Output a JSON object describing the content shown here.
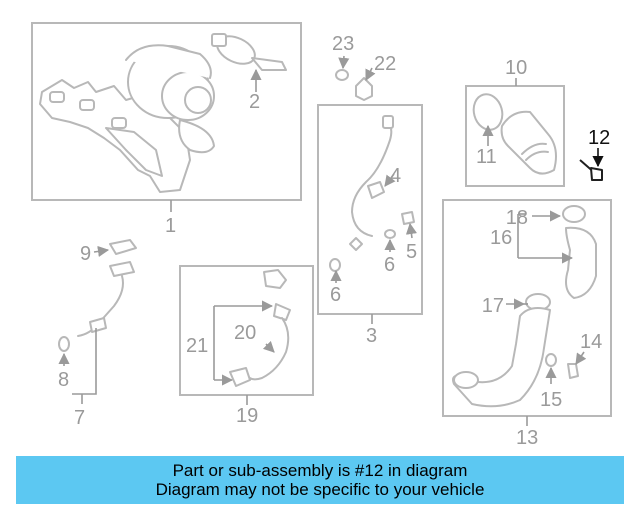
{
  "callouts": {
    "c1": "1",
    "c2": "2",
    "c3": "3",
    "c4": "4",
    "c5": "5",
    "c6a": "6",
    "c6b": "6",
    "c7": "7",
    "c8": "8",
    "c9": "9",
    "c10": "10",
    "c11": "11",
    "c12": "12",
    "c13": "13",
    "c14": "14",
    "c15": "15",
    "c16": "16",
    "c17": "17",
    "c18": "18",
    "c19": "19",
    "c20": "20",
    "c21": "21",
    "c22": "22",
    "c23": "23"
  },
  "highlight_part": "12",
  "banner": {
    "line1": "Part or sub-assembly is #12 in diagram",
    "line2": "Diagram may not be specific to your vehicle"
  },
  "colors": {
    "banner_background": "#5cc8f2",
    "outline": "#b8b8b8",
    "callout_text": "#9a9a9a",
    "highlight": "#111111"
  }
}
